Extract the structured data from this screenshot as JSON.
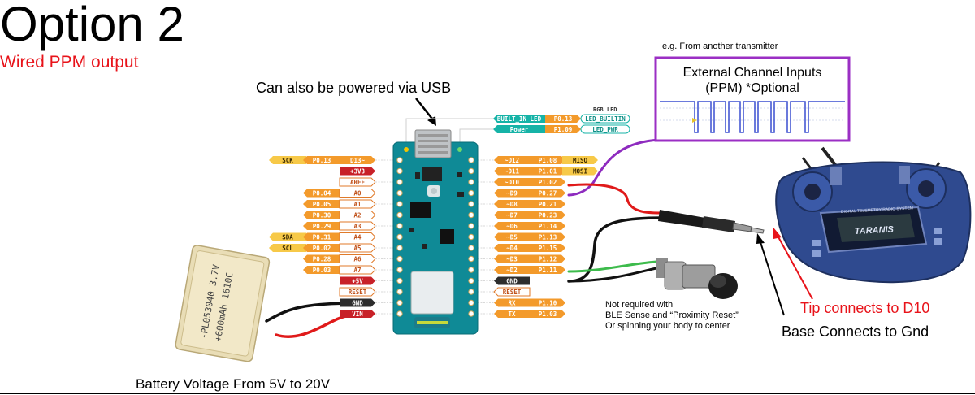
{
  "title": "Option 2",
  "subtitle": "Wired PPM output",
  "usb_note": "Can also be powered via USB",
  "ppm_note": "e.g. From another transmitter",
  "ppm_box": {
    "line1": "External Channel Inputs",
    "line2": "(PPM) *Optional"
  },
  "rgb_led_label": "RGB LED",
  "top_pins": [
    {
      "name": "BUILT_IN LED",
      "port": "P0.13",
      "alt": "LED_BUILTIN"
    },
    {
      "name": "Power",
      "port": "P1.09",
      "alt": "LED_PWR"
    }
  ],
  "left_pins": [
    {
      "func": "SCK",
      "port": "P0.13",
      "name": "D13~"
    },
    {
      "func": "",
      "port": "",
      "name": "+3V3"
    },
    {
      "func": "",
      "port": "",
      "name": "AREF"
    },
    {
      "func": "",
      "port": "P0.04",
      "name": "A0"
    },
    {
      "func": "",
      "port": "P0.05",
      "name": "A1"
    },
    {
      "func": "",
      "port": "P0.30",
      "name": "A2"
    },
    {
      "func": "",
      "port": "P0.29",
      "name": "A3"
    },
    {
      "func": "SDA",
      "port": "P0.31",
      "name": "A4"
    },
    {
      "func": "SCL",
      "port": "P0.02",
      "name": "A5"
    },
    {
      "func": "",
      "port": "P0.28",
      "name": "A6"
    },
    {
      "func": "",
      "port": "P0.03",
      "name": "A7"
    },
    {
      "func": "",
      "port": "",
      "name": "+5V"
    },
    {
      "func": "",
      "port": "",
      "name": "RESET"
    },
    {
      "func": "",
      "port": "",
      "name": "GND"
    },
    {
      "func": "",
      "port": "",
      "name": "VIN"
    }
  ],
  "right_pins": [
    {
      "name": "~D12",
      "port": "P1.08",
      "func": "MISO"
    },
    {
      "name": "~D11",
      "port": "P1.01",
      "func": "MOSI"
    },
    {
      "name": "~D10",
      "port": "P1.02",
      "func": ""
    },
    {
      "name": "~D9",
      "port": "P0.27",
      "func": ""
    },
    {
      "name": "~D8",
      "port": "P0.21",
      "func": ""
    },
    {
      "name": "~D7",
      "port": "P0.23",
      "func": ""
    },
    {
      "name": "~D6",
      "port": "P1.14",
      "func": ""
    },
    {
      "name": "~D5",
      "port": "P1.13",
      "func": ""
    },
    {
      "name": "~D4",
      "port": "P1.15",
      "func": ""
    },
    {
      "name": "~D3",
      "port": "P1.12",
      "func": ""
    },
    {
      "name": "~D2",
      "port": "P1.11",
      "func": ""
    },
    {
      "name": "GND",
      "port": "",
      "func": ""
    },
    {
      "name": "RESET",
      "port": "",
      "func": ""
    },
    {
      "name": "RX",
      "port": "P1.10",
      "func": ""
    },
    {
      "name": "TX",
      "port": "P1.03",
      "func": ""
    }
  ],
  "battery": {
    "line1": "-PL053040 3.7V",
    "line2": "+600mAh 1610C"
  },
  "battery_note": "Battery Voltage From 5V to 20V",
  "button_note": {
    "line1": "Not required with",
    "line2": "BLE Sense and “Proximity Reset”",
    "line3": "Or spinning your body to center"
  },
  "tip_note": "Tip connects to D10",
  "base_note": "Base Connects to Gnd",
  "radio_brand": "TARANIS",
  "radio_subtitle": "DIGITAL TELEMETRY RADIO SYSTEM",
  "colors": {
    "subtitle": "#e8131a",
    "tip_note": "#e8131a",
    "ppm_border": "#9b2fc4",
    "board": "#0f8a96",
    "pin_orange": "#f39a2b",
    "pin_yellow": "#f7c948",
    "pin_red": "#c82128",
    "pin_dark": "#2d2d2d",
    "radio_blue": "#2f4a8f",
    "wire_red": "#e01a1a",
    "wire_green": "#3dbb4c",
    "wire_purple": "#8e2bbf"
  }
}
